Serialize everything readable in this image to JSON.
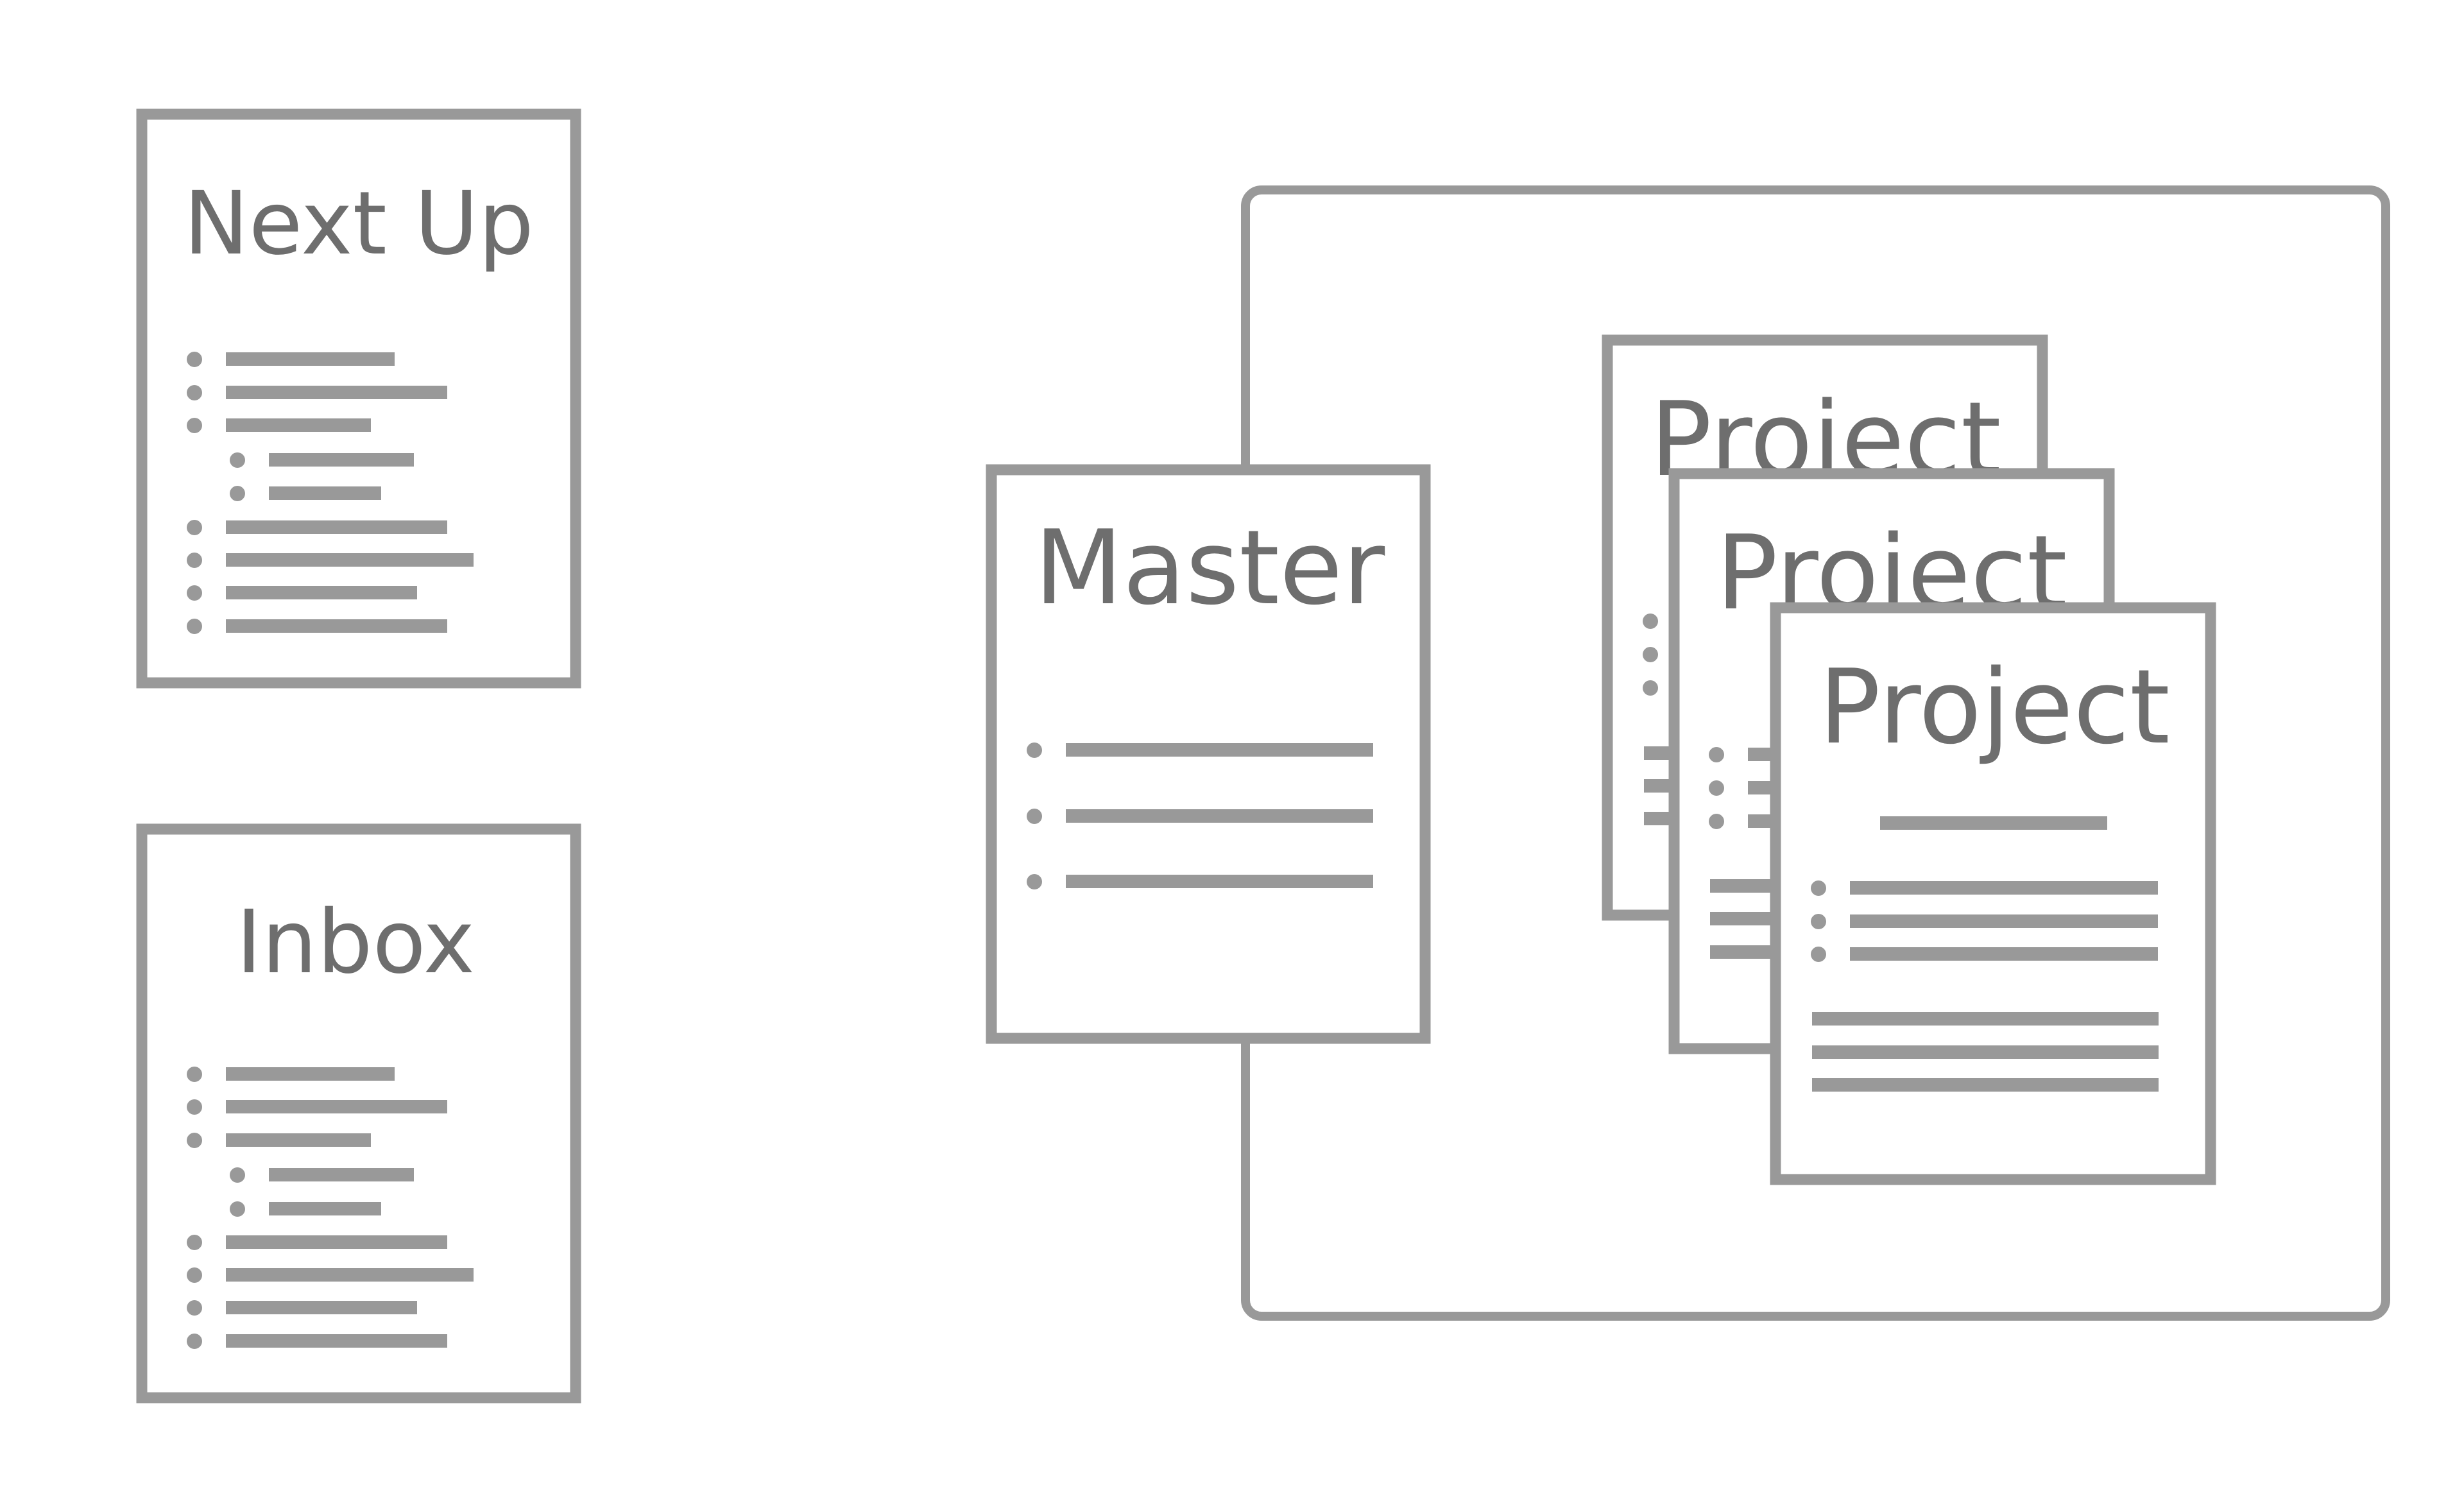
{
  "colors": {
    "stroke": "#999999",
    "text": "#6e6e6e",
    "paper": "#ffffff"
  },
  "documents": {
    "next_up": {
      "title": "Next Up"
    },
    "inbox": {
      "title": "Inbox"
    },
    "master": {
      "title": "Master"
    },
    "project_back": {
      "title": "Project"
    },
    "project_middle": {
      "title": "Project"
    },
    "project_front": {
      "title": "Project"
    }
  }
}
